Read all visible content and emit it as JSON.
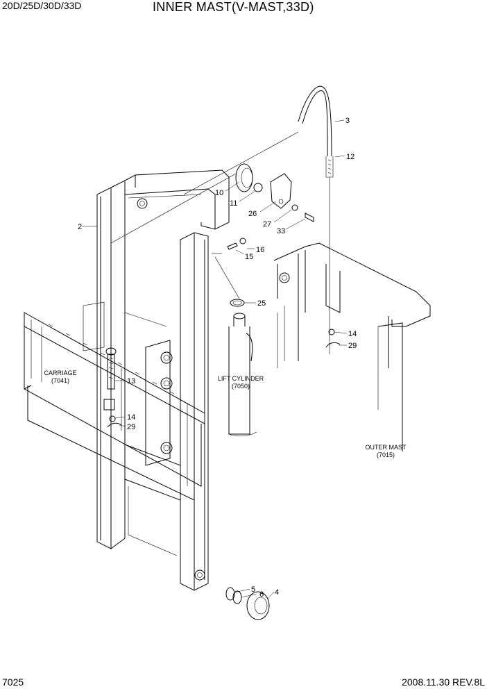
{
  "header": {
    "models": "20D/25D/30D/33D",
    "title": "INNER MAST(V-MAST,33D)"
  },
  "footer": {
    "page": "7025",
    "revision": "2008.11.30  REV.8L"
  },
  "callouts": {
    "p2": "2",
    "p3": "3",
    "p12": "12",
    "p10": "10",
    "p11": "11",
    "p26": "26",
    "p27": "27",
    "p33": "33",
    "p16": "16",
    "p15": "15",
    "p25": "25",
    "p14a": "14",
    "p29a": "29",
    "p13": "13",
    "p14b": "14",
    "p29b": "29",
    "p5": "5",
    "p6": "6",
    "p4": "4"
  },
  "captions": {
    "carriage_label": "CARRIAGE",
    "carriage_ref": "(7041)",
    "lift_cyl_label": "LIFT CYLINDER",
    "lift_cyl_ref": "(7050)",
    "outer_mast_label": "OUTER MAST",
    "outer_mast_ref": "(7015)"
  }
}
